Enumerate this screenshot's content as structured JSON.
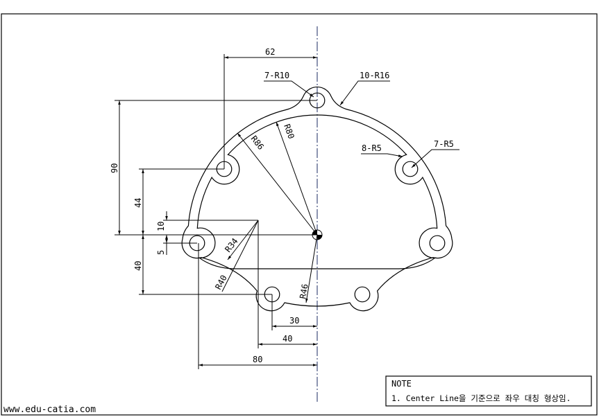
{
  "drawing": {
    "website": "www.edu-catia.com",
    "note": {
      "title": "NOTE",
      "line1": "1. Center Line을 기준으로 좌우 대칭 형상임."
    },
    "dimensions": {
      "d62": "62",
      "d90": "90",
      "d44": "44",
      "d10": "10",
      "d5": "5",
      "d40v": "40",
      "d30": "30",
      "d40h": "40",
      "d80": "80"
    },
    "callouts": {
      "r10": "7-R10",
      "r16": "10-R16",
      "r5a": "8-R5",
      "r5b": "7-R5",
      "r80": "R80",
      "r86": "R86",
      "r34": "R34",
      "r40": "R40",
      "r46": "R46"
    }
  }
}
